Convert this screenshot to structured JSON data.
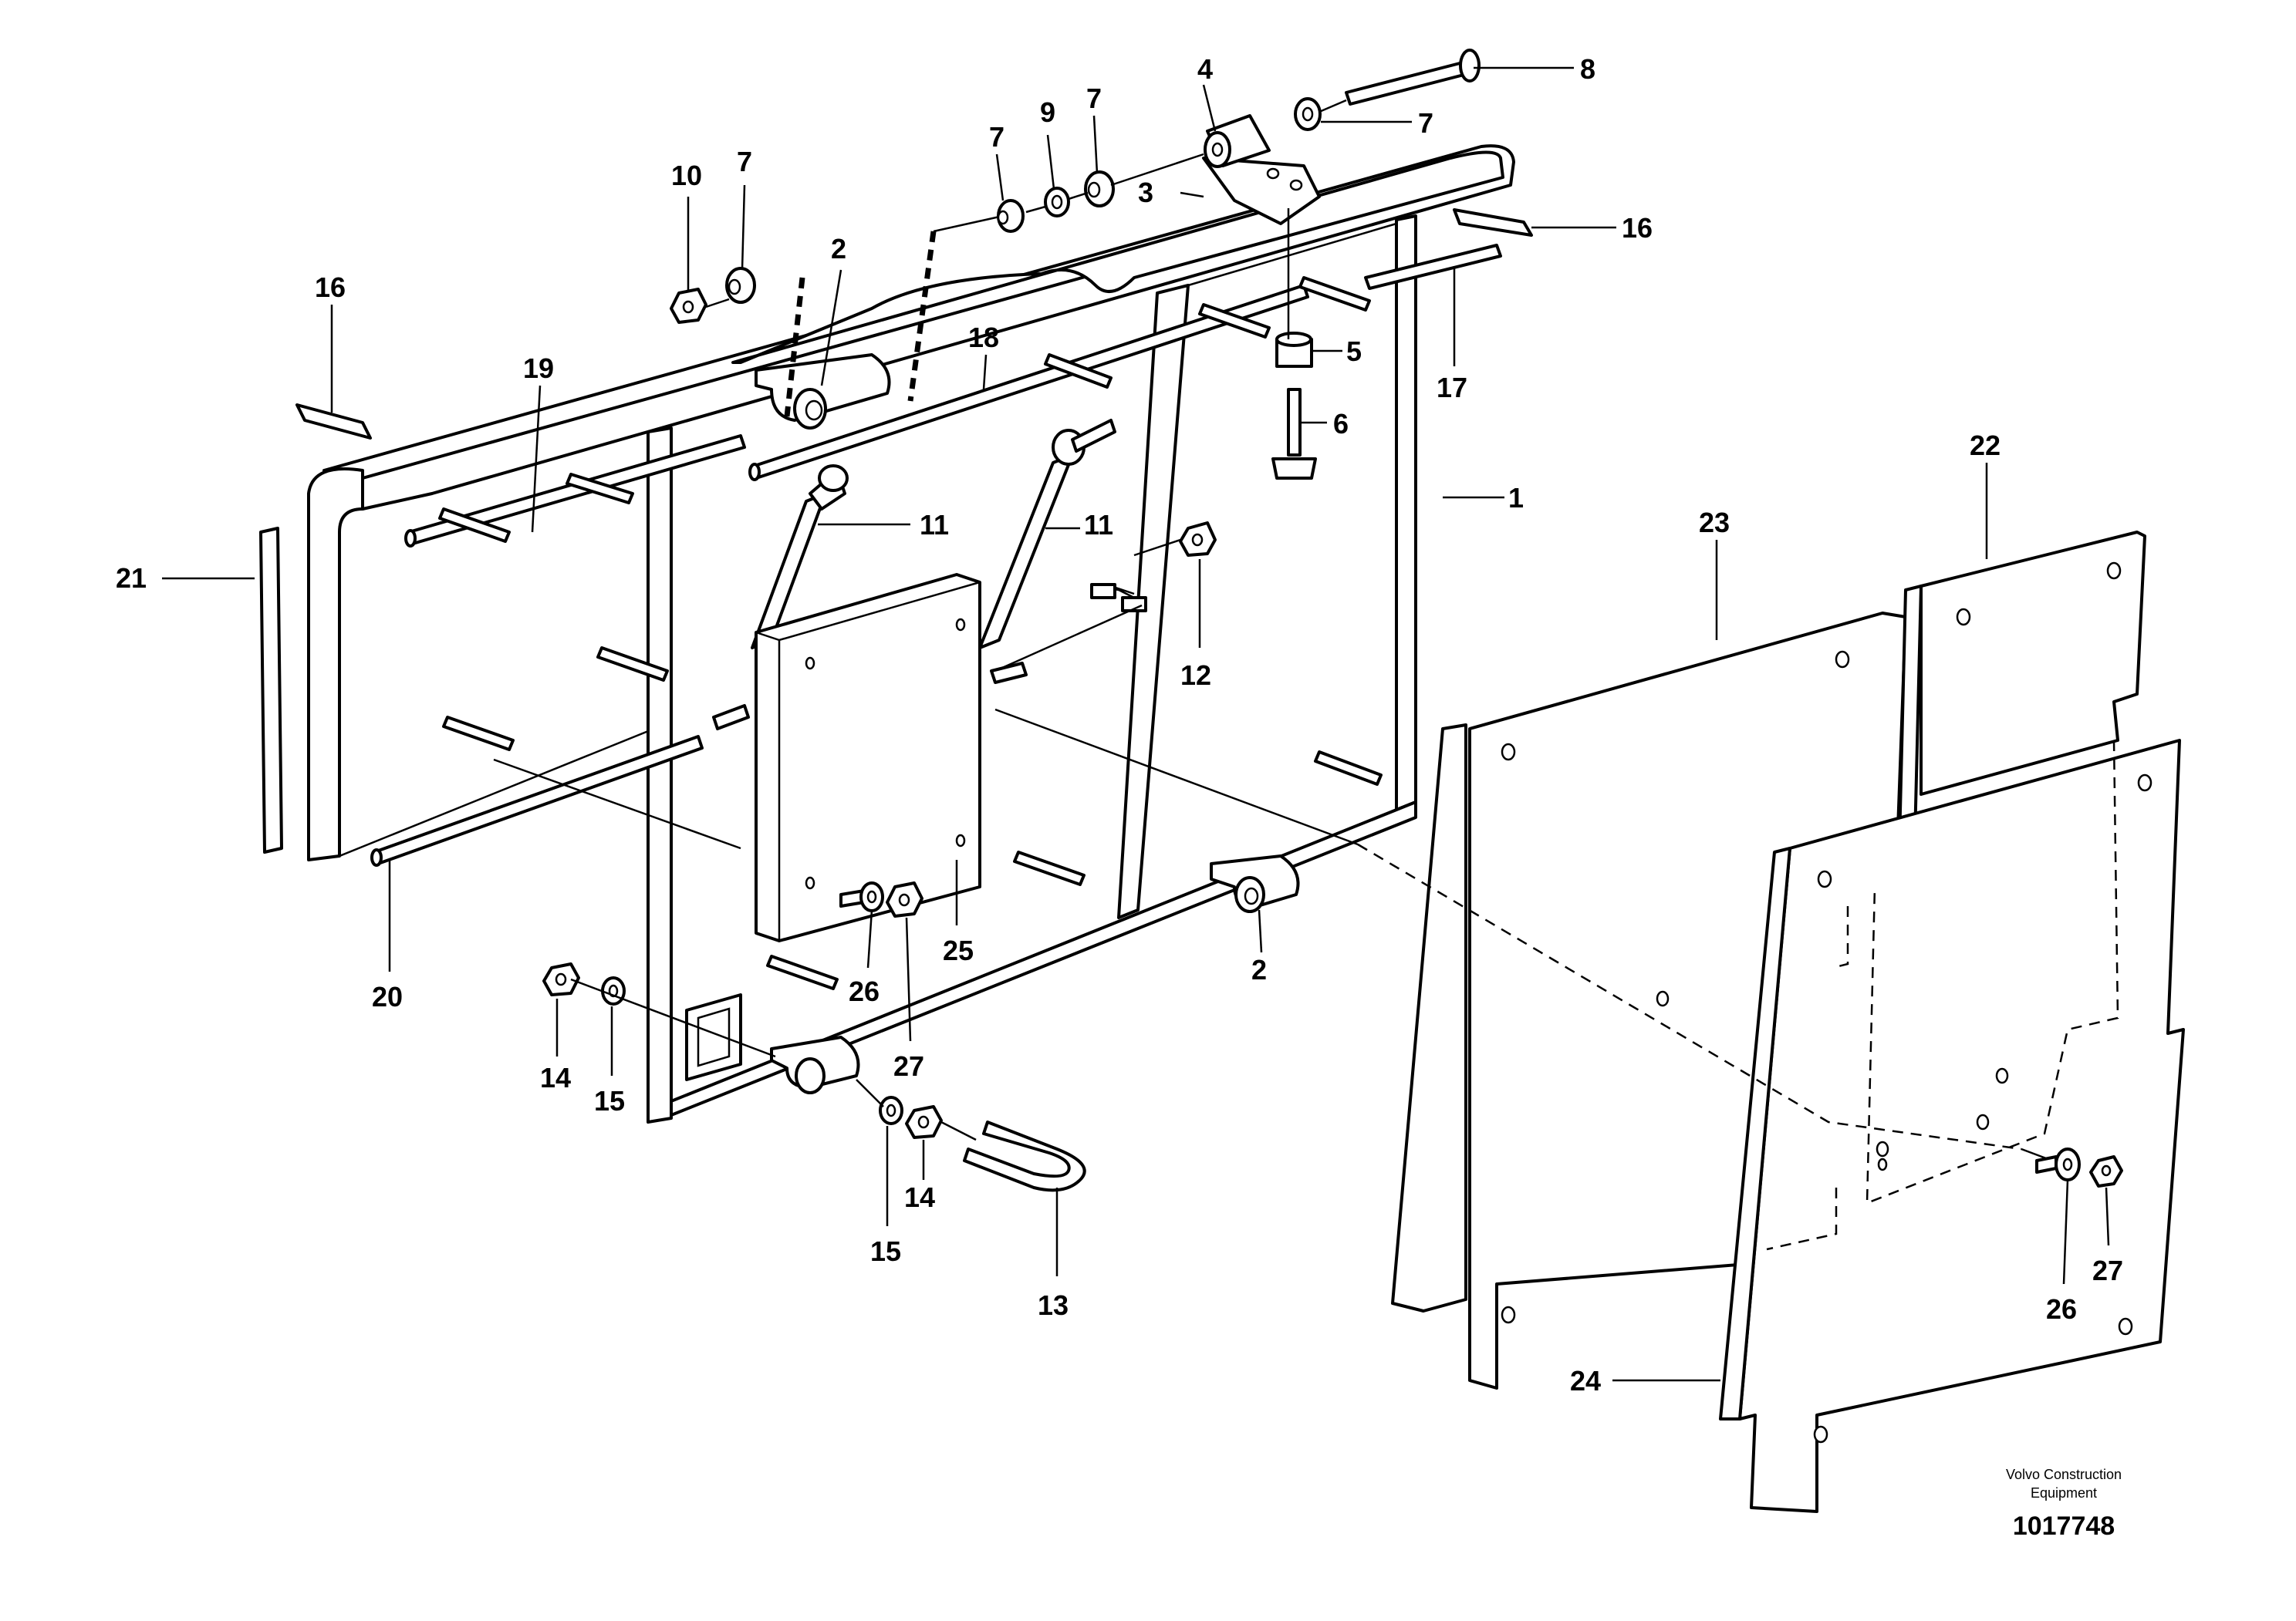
{
  "diagram": {
    "callouts": {
      "c1": "1",
      "c2a": "2",
      "c2b": "2",
      "c3": "3",
      "c4": "4",
      "c5": "5",
      "c6": "6",
      "c7a": "7",
      "c7b": "7",
      "c7c": "7",
      "c7d": "7",
      "c8": "8",
      "c9": "9",
      "c10": "10",
      "c11a": "11",
      "c11b": "11",
      "c12": "12",
      "c13": "13",
      "c14a": "14",
      "c14b": "14",
      "c15a": "15",
      "c15b": "15",
      "c16a": "16",
      "c16b": "16",
      "c17": "17",
      "c18": "18",
      "c19": "19",
      "c20": "20",
      "c21": "21",
      "c22": "22",
      "c23": "23",
      "c24": "24",
      "c25": "25",
      "c26a": "26",
      "c26b": "26",
      "c27a": "27",
      "c27b": "27"
    },
    "footer": {
      "company_line1": "Volvo Construction",
      "company_line2": "Equipment",
      "doc_number": "1017748"
    }
  }
}
